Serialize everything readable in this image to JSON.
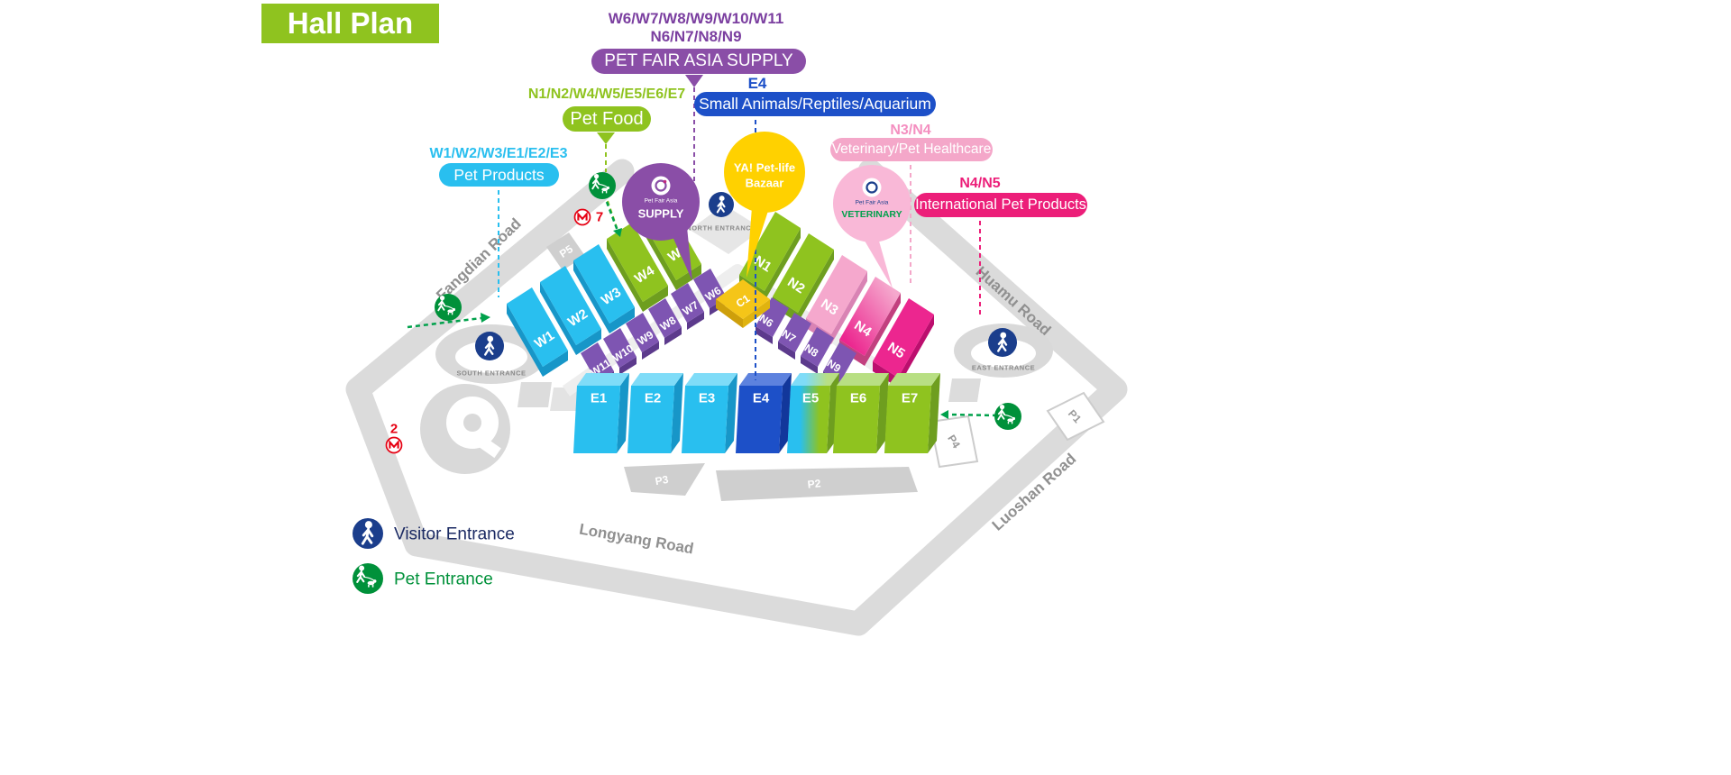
{
  "title": "Hall Plan",
  "callouts": {
    "supply": {
      "codes_line1": "W6/W7/W8/W9/W10/W11",
      "codes_line2": "N6/N7/N8/N9",
      "label": "PET FAIR ASIA SUPPLY"
    },
    "small_animals": {
      "codes": "E4",
      "label": "Small Animals/Reptiles/Aquarium"
    },
    "pet_food": {
      "codes": "N1/N2/W4/W5/E5/E6/E7",
      "label": "Pet Food"
    },
    "pet_products": {
      "codes": "W1/W2/W3/E1/E2/E3",
      "label": "Pet Products"
    },
    "veterinary": {
      "codes": "N3/N4",
      "label": "Veterinary/Pet Healthcare"
    },
    "international": {
      "codes": "N4/N5",
      "label": "International Pet Products"
    }
  },
  "balloons": {
    "supply": {
      "brand": "Pet Fair Asia",
      "title": "SUPPLY"
    },
    "bazaar": {
      "line1": "YA! Pet-life",
      "line2": "Bazaar"
    },
    "veterinary": {
      "brand": "Pet Fair Asia",
      "title": "VETERINARY"
    }
  },
  "halls": {
    "w1": "W1",
    "w2": "W2",
    "w3": "W3",
    "w4": "W4",
    "w5": "W5",
    "w6": "W6",
    "w7": "W7",
    "w8": "W8",
    "w9": "W9",
    "w10": "W10",
    "w11": "W11",
    "n1": "N1",
    "n2": "N2",
    "n3": "N3",
    "n4": "N4",
    "n5": "N5",
    "n6": "N6",
    "n7": "N7",
    "n8": "N8",
    "n9": "N9",
    "e1": "E1",
    "e2": "E2",
    "e3": "E3",
    "e4": "E4",
    "e5": "E5",
    "e6": "E6",
    "e7": "E7",
    "c1": "C1"
  },
  "roads": {
    "fangdian": "Fangdian Road",
    "huamu": "Huamu Road",
    "luoshan": "Luoshan Road",
    "longyang": "Longyang Road"
  },
  "entrances": {
    "south": "SOUTH ENTRANCE",
    "north": "NORTH ENTRANCE",
    "east": "EAST ENTRANCE"
  },
  "parking": {
    "p1": "P1",
    "p2": "P2",
    "p3": "P3",
    "p4": "P4",
    "p5": "P5"
  },
  "metro": {
    "line7": "7",
    "line2": "2"
  },
  "legend": {
    "visitor": "Visitor Entrance",
    "pet": "Pet Entrance"
  },
  "colors": {
    "brand_green": "#8FC31F",
    "cyan": "#29BFEF",
    "purple": "#8A4EA7",
    "hall_purple": "#7E55B2",
    "blue": "#1D50C8",
    "pink_light": "#F4A7C9",
    "magenta": "#EC1E79",
    "gold": "#FFD100",
    "metro_red": "#E60012",
    "entrance_blue": "#1B3E8C",
    "entrance_green": "#00913A",
    "road_gray": "#DBDBDB"
  }
}
